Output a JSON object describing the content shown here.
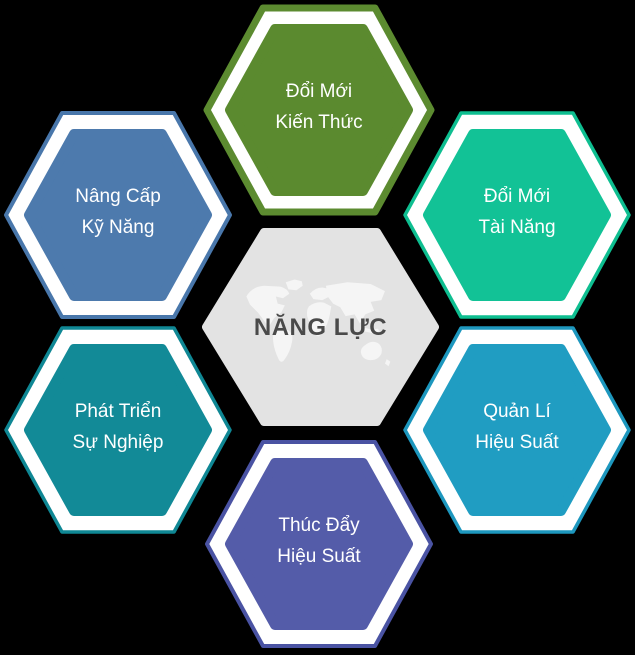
{
  "background_color": "#000000",
  "center": {
    "title": "NĂNG LỰC",
    "fill": "#E3E3E3",
    "map_color": "#F5F5F5",
    "title_color": "#4A4A4A",
    "icon": "world-map-icon"
  },
  "hexagons": [
    {
      "id": "doi-moi-kien-thuc",
      "position": "top",
      "line1": "Đổi Mới",
      "line2": "Kiến Thức",
      "fill": "#5B8A2F",
      "stroke": "#5C8B30",
      "stroke_width": "7px"
    },
    {
      "id": "doi-moi-tai-nang",
      "position": "top-right",
      "line1": "Đổi Mới",
      "line2": "Tài Năng",
      "fill": "#12C296",
      "stroke": "#0EBE90",
      "stroke_width": "3.5px"
    },
    {
      "id": "quan-li-hieu-suat",
      "position": "bottom-right",
      "line1": "Quản Lí",
      "line2": "Hiệu Suất",
      "fill": "#209DC2",
      "stroke": "#1D97BE",
      "stroke_width": "3.5px"
    },
    {
      "id": "thuc-day-hieu-suat",
      "position": "bottom",
      "line1": "Thúc Đẩy",
      "line2": "Hiệu Suất",
      "fill": "#545CA9",
      "stroke": "#4A53A3",
      "stroke_width": "4px"
    },
    {
      "id": "phat-trien-su-nghiep",
      "position": "bottom-left",
      "line1": "Phát Triển",
      "line2": "Sự Nghiệp",
      "fill": "#128A97",
      "stroke": "#0F8794",
      "stroke_width": "3.5px"
    },
    {
      "id": "nang-cap-ky-nang",
      "position": "top-left",
      "line1": "Nâng Cấp",
      "line2": "Kỹ Năng",
      "fill": "#4D7AAD",
      "stroke": "#4977AB",
      "stroke_width": "4px"
    }
  ],
  "label_text_color": "#FFFFFF"
}
